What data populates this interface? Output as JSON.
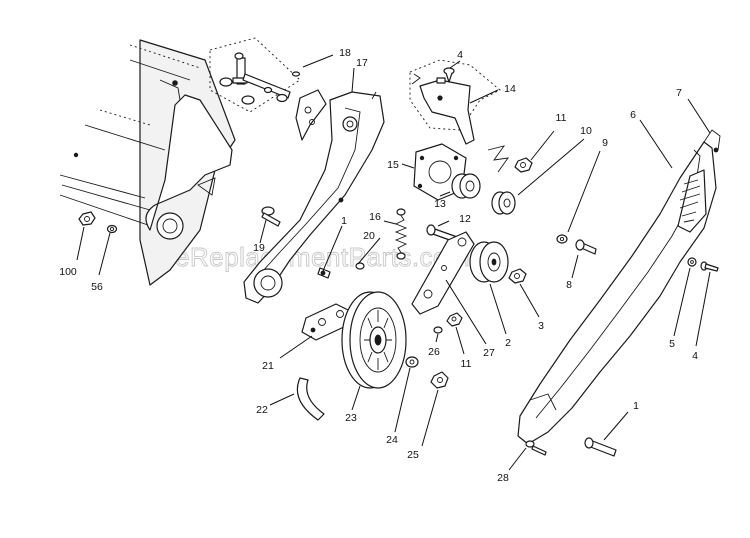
{
  "watermark": "eReplacementParts.com",
  "callouts": [
    {
      "id": "c18",
      "label": "18"
    },
    {
      "id": "c17",
      "label": "17"
    },
    {
      "id": "c4a",
      "label": "4"
    },
    {
      "id": "c14",
      "label": "14"
    },
    {
      "id": "c7",
      "label": "7"
    },
    {
      "id": "c6",
      "label": "6"
    },
    {
      "id": "c11a",
      "label": "11"
    },
    {
      "id": "c10",
      "label": "10"
    },
    {
      "id": "c9",
      "label": "9"
    },
    {
      "id": "c15",
      "label": "15"
    },
    {
      "id": "c13",
      "label": "13"
    },
    {
      "id": "c16",
      "label": "16"
    },
    {
      "id": "c12",
      "label": "12"
    },
    {
      "id": "c20",
      "label": "20"
    },
    {
      "id": "c1a",
      "label": "1"
    },
    {
      "id": "c19",
      "label": "19"
    },
    {
      "id": "c100",
      "label": "100"
    },
    {
      "id": "c56",
      "label": "56"
    },
    {
      "id": "c8",
      "label": "8"
    },
    {
      "id": "c3",
      "label": "3"
    },
    {
      "id": "c2",
      "label": "2"
    },
    {
      "id": "c27",
      "label": "27"
    },
    {
      "id": "c26",
      "label": "26"
    },
    {
      "id": "c11b",
      "label": "11"
    },
    {
      "id": "c21",
      "label": "21"
    },
    {
      "id": "c5",
      "label": "5"
    },
    {
      "id": "c4b",
      "label": "4"
    },
    {
      "id": "c22",
      "label": "22"
    },
    {
      "id": "c23",
      "label": "23"
    },
    {
      "id": "c24",
      "label": "24"
    },
    {
      "id": "c25",
      "label": "25"
    },
    {
      "id": "c1b",
      "label": "1"
    },
    {
      "id": "c28",
      "label": "28"
    }
  ]
}
